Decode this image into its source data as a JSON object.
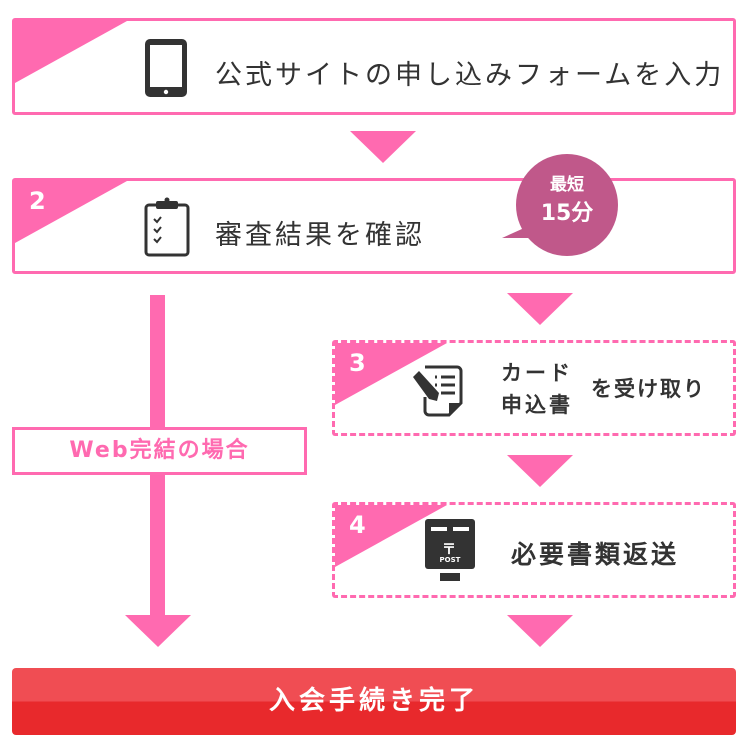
{
  "steps": [
    {
      "number": "",
      "label": "公式サイトの申し込みフォームを入力",
      "icon": "tablet-icon"
    },
    {
      "number": "2",
      "label": "審査結果を確認",
      "icon": "clipboard-checklist-icon"
    },
    {
      "number": "3",
      "label_line1": "カード",
      "label_line2": "申込書",
      "label_suffix": "を受け取り",
      "icon": "form-pencil-icon"
    },
    {
      "number": "4",
      "label": "必要書類返送",
      "icon": "postbox-icon",
      "icon_text": "POST"
    }
  ],
  "badge": {
    "line1": "最短",
    "line2": "15分",
    "color": "#c0588a"
  },
  "web_path_label": "Web完結の場合",
  "final": {
    "label": "入会手続き完了",
    "color": "#e8292c"
  },
  "colors": {
    "accent": "#ff6ab0"
  }
}
